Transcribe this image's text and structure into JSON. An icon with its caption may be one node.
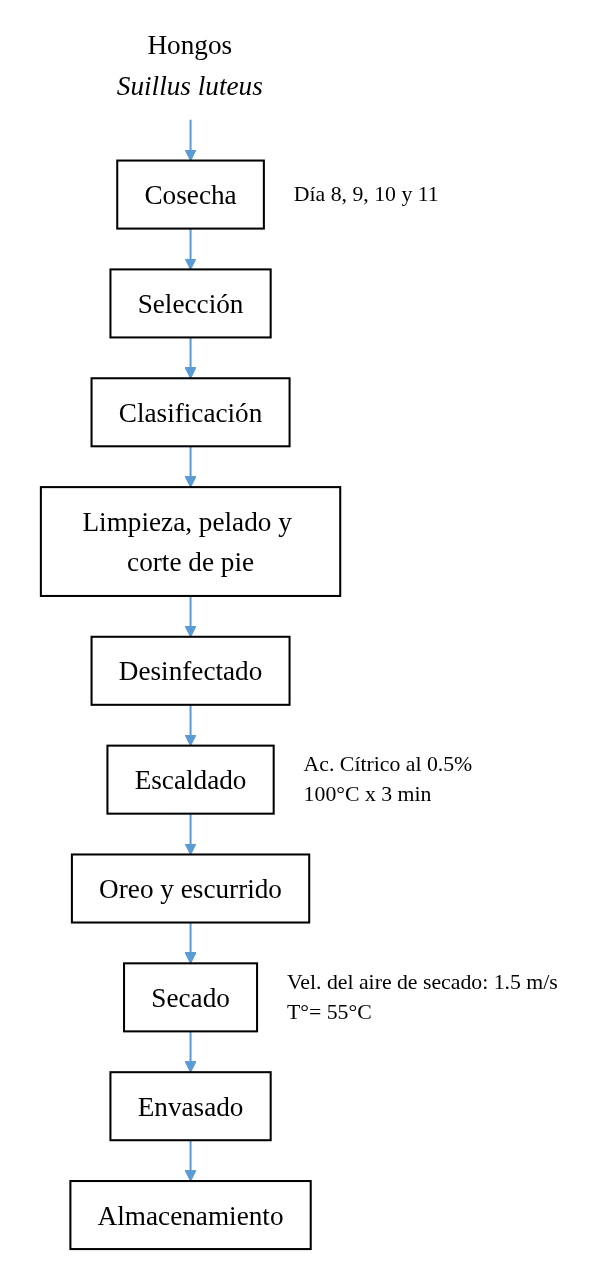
{
  "diagram": {
    "nodes": [
      {
        "text": [
          "Hongos",
          "Suillus luteus"
        ]
      },
      {
        "text": [
          "Cosecha"
        ],
        "beside": [
          "Día 8, 9, 10 y 11"
        ]
      },
      {
        "text": [
          "Selección"
        ]
      },
      {
        "text": [
          "Clasificación"
        ]
      },
      {
        "text": [
          "Limpieza, pelado y corte de pie"
        ]
      },
      {
        "text": [
          "Desinfectado"
        ]
      },
      {
        "text": [
          "Escaldado"
        ],
        "beside": [
          "Ac. Cítrico al 0.5%",
          "100°C x 3 min"
        ]
      },
      {
        "text": [
          "Oreo y escurrido"
        ]
      },
      {
        "text": [
          "Secado"
        ],
        "beside": [
          "Vel. del aire de secado: 1.5 m/s",
          "T°= 55°C"
        ]
      },
      {
        "text": [
          "Envasado"
        ]
      },
      {
        "text": [
          "Almacenamiento"
        ]
      }
    ],
    "edges": [
      {
        "from": 0,
        "to": 1,
        "arrow": "to"
      },
      {
        "from": 1,
        "to": 2,
        "arrow": "to"
      },
      {
        "from": 2,
        "to": 3,
        "arrow": "to"
      },
      {
        "from": 3,
        "to": 4,
        "arrow": "to"
      },
      {
        "from": 4,
        "to": 5,
        "arrow": "to"
      },
      {
        "from": 5,
        "to": 6,
        "arrow": "to"
      },
      {
        "from": 6,
        "to": 7,
        "arrow": "to"
      },
      {
        "from": 7,
        "to": 8,
        "arrow": "to"
      },
      {
        "from": 8,
        "to": 9,
        "arrow": "to"
      },
      {
        "from": 9,
        "to": 10,
        "arrow": "to"
      }
    ]
  }
}
